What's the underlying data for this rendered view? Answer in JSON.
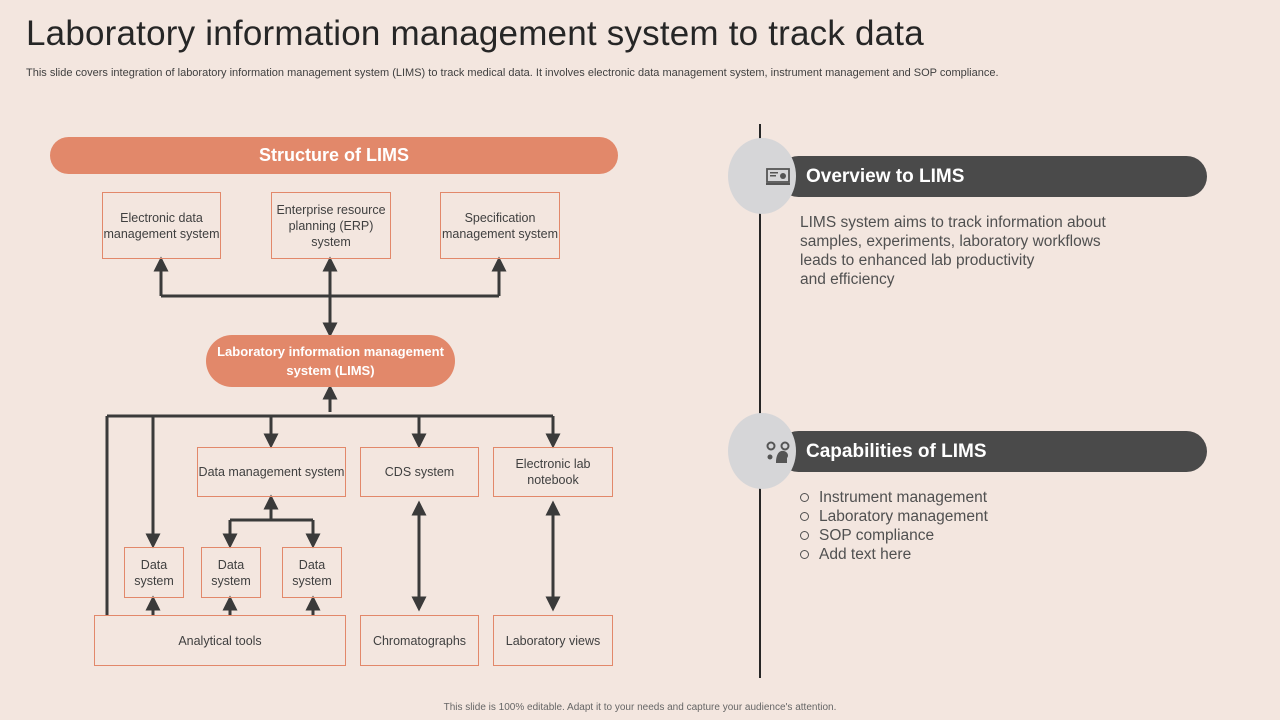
{
  "title": "Laboratory information management system to track data",
  "subtitle": "This slide covers integration of laboratory information management system (LIMS) to track medical data. It involves electronic data management system, instrument management and SOP compliance.",
  "footer": "This slide is 100% editable. Adapt it to your needs and capture your audience's attention.",
  "diagram": {
    "header": "Structure of LIMS",
    "top_boxes": [
      "Electronic data management system",
      "Enterprise resource planning (ERP) system",
      "Specification management system"
    ],
    "center": "Laboratory information management system (LIMS)",
    "mid_boxes": [
      "Data management system",
      "CDS system",
      "Electronic lab notebook"
    ],
    "data_systems": [
      "Data system",
      "Data system",
      "Data system"
    ],
    "bottom_boxes": [
      "Analytical tools",
      "Chromatographs",
      "Laboratory views"
    ]
  },
  "overview": {
    "heading": "Overview to LIMS",
    "icon": "monitor-icon",
    "lines": [
      "LIMS  system aims to track information about",
      "samples, experiments, laboratory workflows",
      "leads to enhanced lab productivity",
      "and efficiency"
    ]
  },
  "capabilities": {
    "heading": "Capabilities of LIMS",
    "icon": "head-gears-icon",
    "items": [
      "Instrument  management",
      "Laboratory management",
      "SOP compliance",
      "Add text here"
    ]
  },
  "colors": {
    "accent": "#e2886a",
    "dark": "#4a4a4a",
    "background": "#f3e6df"
  }
}
